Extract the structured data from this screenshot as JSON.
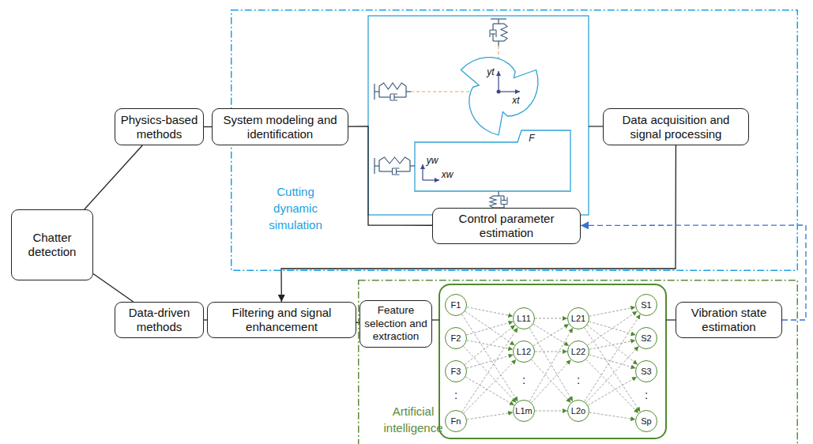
{
  "diagram": {
    "nodes": [
      {
        "text": [
          "Chatter detection"
        ]
      },
      {
        "text": [
          "Physics-based methods"
        ]
      },
      {
        "text": [
          "Cutting dynamic simulation"
        ]
      },
      {
        "text": [
          "System modeling and identification"
        ],
        "in": 2
      },
      {
        "text": [
          "Data acquisition and signal processing"
        ],
        "in": 2
      },
      {
        "text": [
          "Control parameter estimation"
        ],
        "in": 2
      },
      {
        "text": [
          "Data-driven methods"
        ]
      },
      {
        "text": [
          "Filtering and signal enhancement"
        ]
      },
      {
        "text": [
          "Artificial intelligence"
        ]
      },
      {
        "text": [
          "Feature selection and extraction"
        ],
        "in": 8
      },
      {
        "text": [
          "F1"
        ],
        "in": 8
      },
      {
        "text": [
          "F2"
        ],
        "in": 8
      },
      {
        "text": [
          "F3"
        ],
        "in": 8
      },
      {
        "text": [
          "Fn"
        ],
        "in": 8
      },
      {
        "text": [
          "L11"
        ],
        "in": 8
      },
      {
        "text": [
          "L12"
        ],
        "in": 8
      },
      {
        "text": [
          "L1m"
        ],
        "in": 8
      },
      {
        "text": [
          "L21"
        ],
        "in": 8
      },
      {
        "text": [
          "L22"
        ],
        "in": 8
      },
      {
        "text": [
          "L2o"
        ],
        "in": 8
      },
      {
        "text": [
          "S1"
        ],
        "in": 8
      },
      {
        "text": [
          "S2"
        ],
        "in": 8
      },
      {
        "text": [
          "S3"
        ],
        "in": 8
      },
      {
        "text": [
          "Sp"
        ],
        "in": 8
      },
      {
        "text": [
          "Vibration state estimation"
        ],
        "in": 8
      }
    ],
    "edges": [
      {
        "from": 0,
        "to": 1,
        "arrow": "none"
      },
      {
        "from": 0,
        "to": 6,
        "arrow": "none"
      },
      {
        "from": 1,
        "to": 3,
        "arrow": "none"
      },
      {
        "from": 3,
        "to": 5,
        "arrow": "none"
      },
      {
        "from": 4,
        "to": 7,
        "arrow": "to"
      },
      {
        "from": 6,
        "to": 7,
        "arrow": "none"
      },
      {
        "from": 7,
        "to": 9,
        "arrow": "none"
      },
      {
        "from": 24,
        "to": 5,
        "arrow": "to"
      },
      {
        "from": 10,
        "to": 14,
        "arrow": "to"
      },
      {
        "from": 10,
        "to": 15,
        "arrow": "to"
      },
      {
        "from": 10,
        "to": 16,
        "arrow": "to"
      },
      {
        "from": 11,
        "to": 14,
        "arrow": "to"
      },
      {
        "from": 11,
        "to": 15,
        "arrow": "to"
      },
      {
        "from": 11,
        "to": 16,
        "arrow": "to"
      },
      {
        "from": 12,
        "to": 14,
        "arrow": "to"
      },
      {
        "from": 12,
        "to": 15,
        "arrow": "to"
      },
      {
        "from": 12,
        "to": 16,
        "arrow": "to"
      },
      {
        "from": 13,
        "to": 14,
        "arrow": "to"
      },
      {
        "from": 13,
        "to": 15,
        "arrow": "to"
      },
      {
        "from": 13,
        "to": 16,
        "arrow": "to"
      },
      {
        "from": 14,
        "to": 17,
        "arrow": "to"
      },
      {
        "from": 14,
        "to": 18,
        "arrow": "to"
      },
      {
        "from": 14,
        "to": 19,
        "arrow": "to"
      },
      {
        "from": 15,
        "to": 17,
        "arrow": "to"
      },
      {
        "from": 15,
        "to": 18,
        "arrow": "to"
      },
      {
        "from": 15,
        "to": 19,
        "arrow": "to"
      },
      {
        "from": 16,
        "to": 17,
        "arrow": "to"
      },
      {
        "from": 16,
        "to": 18,
        "arrow": "to"
      },
      {
        "from": 16,
        "to": 19,
        "arrow": "to"
      },
      {
        "from": 17,
        "to": 20,
        "arrow": "to"
      },
      {
        "from": 17,
        "to": 21,
        "arrow": "to"
      },
      {
        "from": 17,
        "to": 22,
        "arrow": "to"
      },
      {
        "from": 17,
        "to": 23,
        "arrow": "to"
      },
      {
        "from": 18,
        "to": 20,
        "arrow": "to"
      },
      {
        "from": 18,
        "to": 21,
        "arrow": "to"
      },
      {
        "from": 18,
        "to": 22,
        "arrow": "to"
      },
      {
        "from": 18,
        "to": 23,
        "arrow": "to"
      },
      {
        "from": 19,
        "to": 20,
        "arrow": "to"
      },
      {
        "from": 19,
        "to": 21,
        "arrow": "to"
      },
      {
        "from": 19,
        "to": 22,
        "arrow": "to"
      },
      {
        "from": 19,
        "to": 23,
        "arrow": "to"
      }
    ],
    "labels": [
      "yt",
      "xt",
      "F",
      "yw",
      "xw",
      ":",
      ":",
      ":",
      ":"
    ]
  }
}
